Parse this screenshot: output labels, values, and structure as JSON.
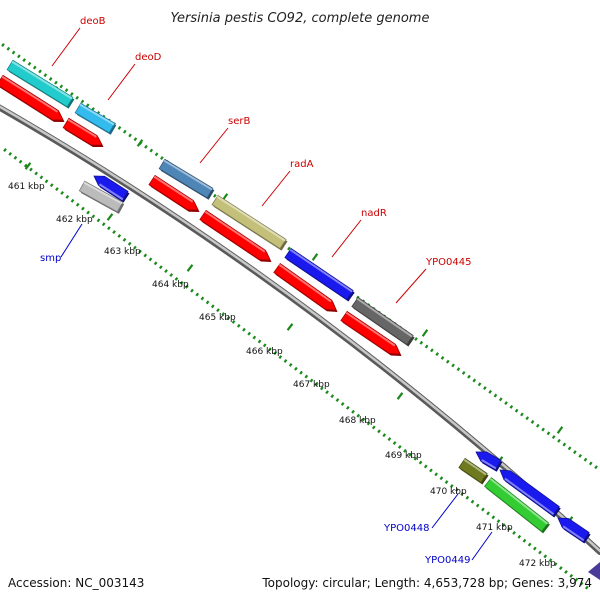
{
  "title": "Yersinia pestis CO92, complete genome",
  "footer": {
    "accession": "Accession: NC_003143",
    "summary": "Topology: circular; Length: 4,653,728 bp; Genes: 3,974"
  },
  "scale": {
    "tick_labels": [
      "461 kbp",
      "462 kbp",
      "463 kbp",
      "464 kbp",
      "465 kbp",
      "466 kbp",
      "467 kbp",
      "468 kbp",
      "469 kbp",
      "470 kbp",
      "471 kbp",
      "472 kbp"
    ]
  },
  "colors": {
    "forward_label": "#cc0000",
    "reverse_label": "#0000cc",
    "dots": "#1a8a1a",
    "backbone": "#8a8a8a",
    "cog_arrow": "#ff0000"
  },
  "genes": [
    {
      "name": "deoB",
      "strand": "forward",
      "color": "#22cccc"
    },
    {
      "name": "deoD",
      "strand": "forward",
      "color": "#33bbee"
    },
    {
      "name": "serB",
      "strand": "forward",
      "color": "#4f86b8"
    },
    {
      "name": "radA",
      "strand": "forward",
      "color": "#c4c07a"
    },
    {
      "name": "nadR",
      "strand": "forward",
      "color": "#1a1aee"
    },
    {
      "name": "YPO0445",
      "strand": "forward",
      "color": "#666666"
    },
    {
      "name": "smp",
      "strand": "reverse",
      "color": "#bbbbbb"
    },
    {
      "name": "YPO0448",
      "strand": "reverse",
      "color": "#6f7a1e"
    },
    {
      "name": "YPO0449",
      "strand": "reverse",
      "color": "#33cc33"
    }
  ]
}
